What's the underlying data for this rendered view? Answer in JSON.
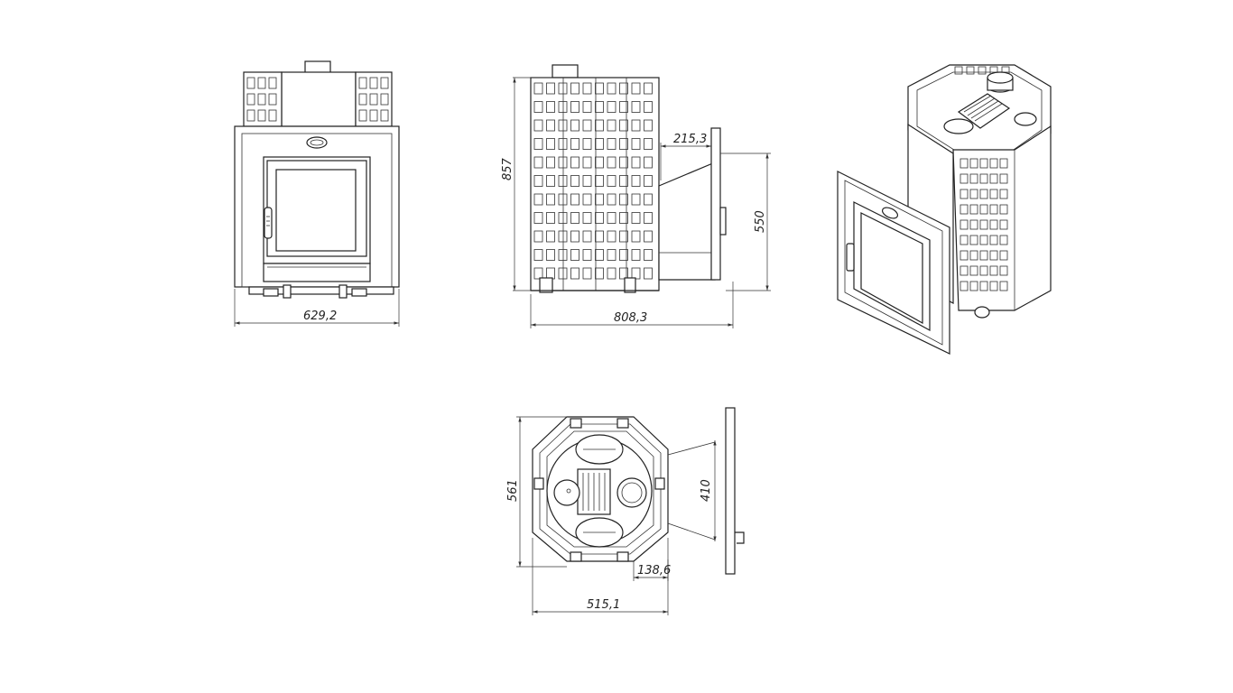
{
  "dimensions": {
    "front_width": "629,2",
    "side_height": "857",
    "side_depth": "808,3",
    "door_offset": "215,3",
    "door_height": "550",
    "top_height": "561",
    "top_width": "515,1",
    "top_door_width": "410",
    "top_door_offset": "138,6"
  }
}
